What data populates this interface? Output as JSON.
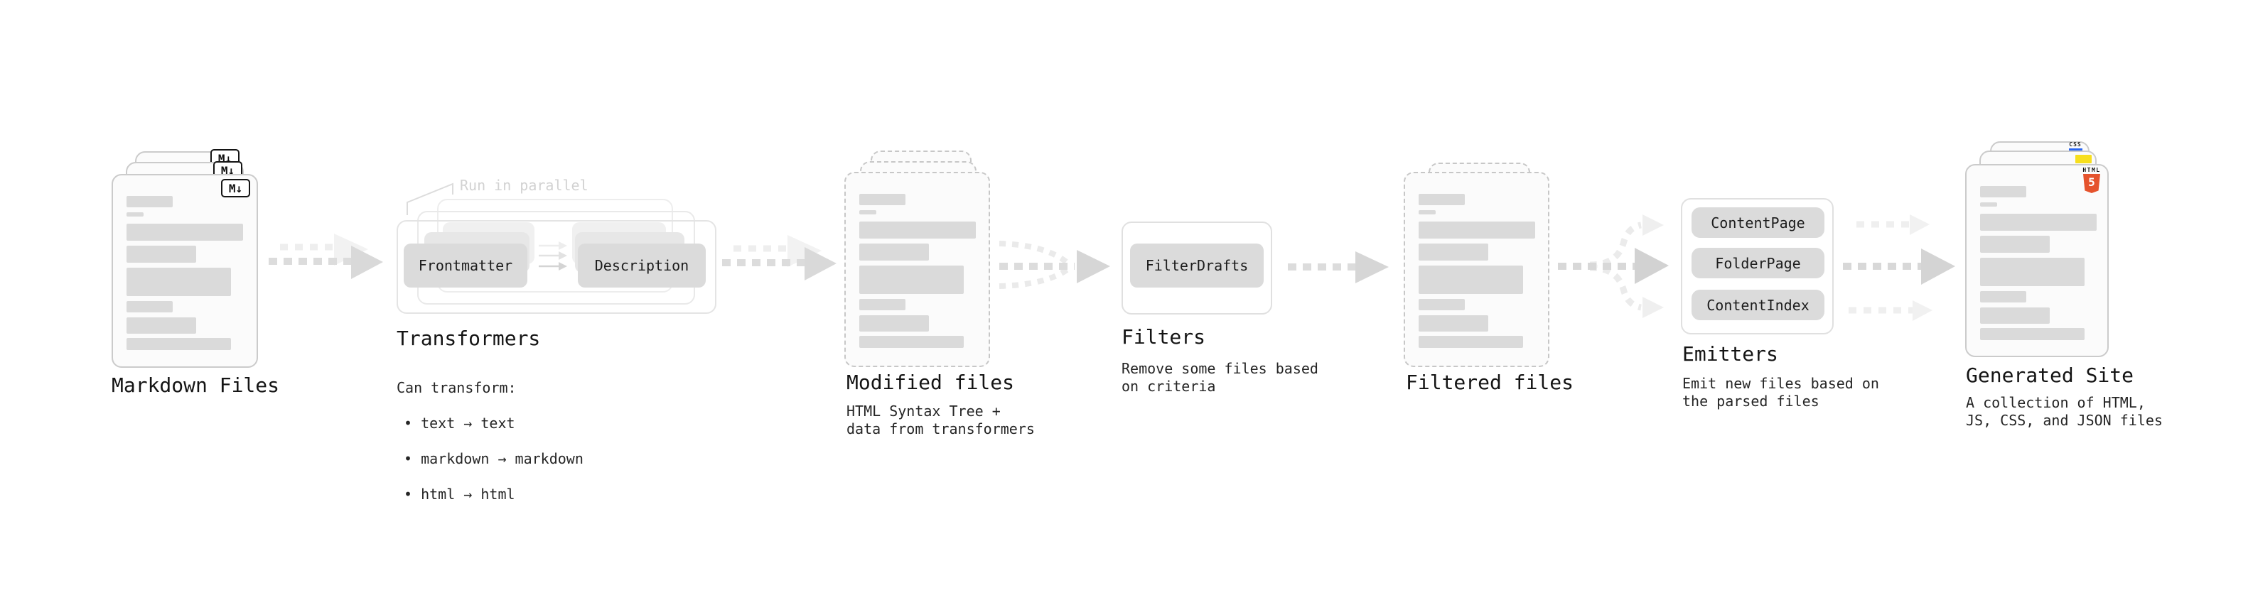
{
  "stages": {
    "markdown_files": {
      "label": "Markdown Files",
      "badge": "M↓"
    },
    "transformers": {
      "label": "Transformers",
      "callout": "Run in parallel",
      "step1": "Frontmatter",
      "step2": "Description",
      "note_heading": "Can transform:",
      "bullets": [
        "• text → text",
        "• markdown → markdown",
        "• html → html"
      ]
    },
    "modified_files": {
      "label": "Modified files",
      "note": "HTML Syntax Tree +\ndata from transformers"
    },
    "filters": {
      "label": "Filters",
      "step1": "FilterDrafts",
      "note": "Remove some files based\non criteria"
    },
    "filtered_files": {
      "label": "Filtered files"
    },
    "emitters": {
      "label": "Emitters",
      "step1": "ContentPage",
      "step2": "FolderPage",
      "step3": "ContentIndex",
      "note": "Emit new files based on\nthe parsed files"
    },
    "generated_site": {
      "label": "Generated Site",
      "note": "A collection of HTML,\nJS, CSS, and JSON files",
      "badge_css": "CSS",
      "badge_html_label": "HTML",
      "badge_html_number": "5"
    }
  },
  "colors": {
    "html5_orange": "#e5532d",
    "js_yellow": "#f7df1e",
    "css_blue": "#2965f1",
    "skeleton_gray": "#dadada",
    "pill_gray": "#dbdbdb",
    "arrow_dark": "#d6d6d6",
    "arrow_light": "#efefef",
    "callout_gray": "#d2d2d2",
    "text_dark": "#1c1c1c"
  }
}
